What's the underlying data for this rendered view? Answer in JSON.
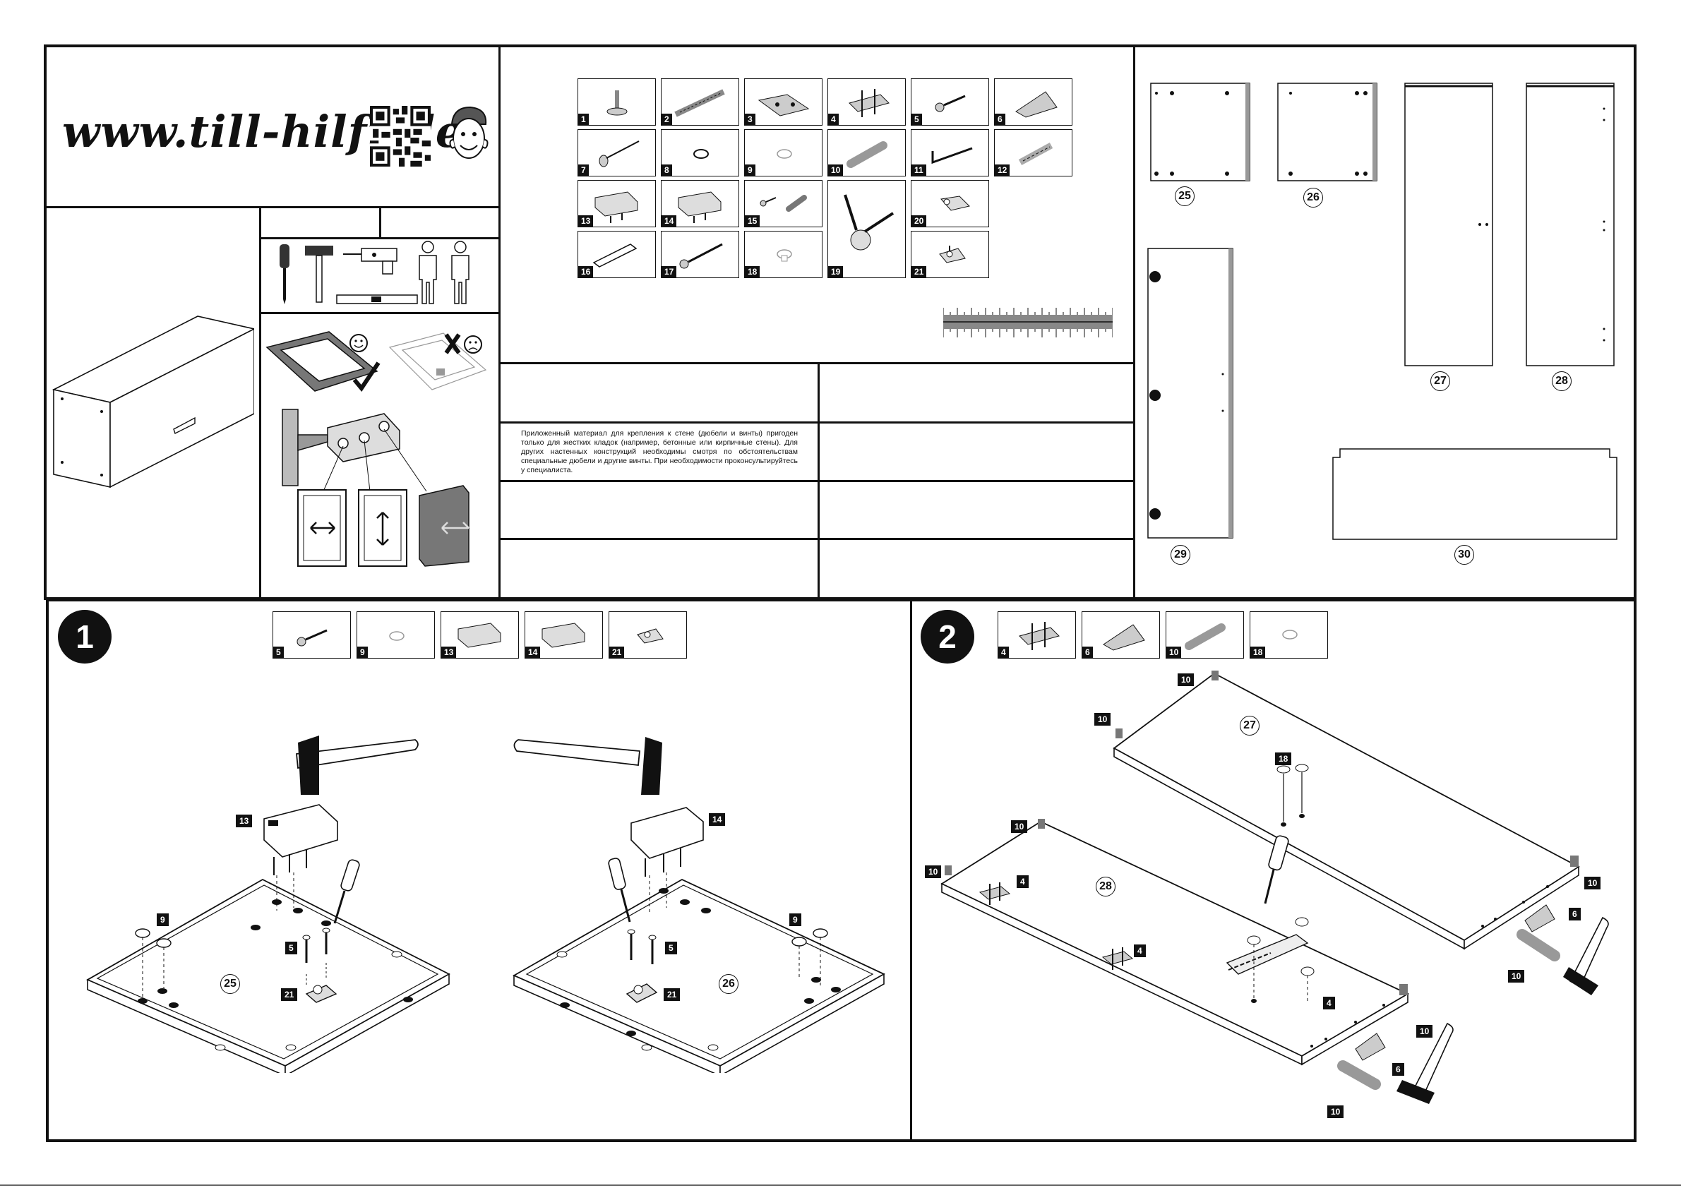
{
  "header": {
    "website": "www.till-hilft.de"
  },
  "notice": {
    "text": "Приложенный материал для крепления к стене (дюбели и винты) пригоден только для жестких кладок (например, бетонные или кирпичные стены). Для других настенных конструкций необходимы смотря по обстоятельствам специальные дюбели и другие винты. При необходимости проконсультируйтесь у специалиста."
  },
  "hardware": {
    "items": [
      "1",
      "2",
      "3",
      "4",
      "5",
      "6",
      "7",
      "8",
      "9",
      "10",
      "11",
      "12",
      "13",
      "14",
      "15",
      "16",
      "17",
      "18",
      "19",
      "20",
      "21"
    ]
  },
  "panels": {
    "labels": [
      "25",
      "26",
      "27",
      "28",
      "29",
      "30"
    ]
  },
  "step1": {
    "number": "1",
    "parts": [
      "5",
      "9",
      "13",
      "14",
      "21"
    ],
    "callouts": {
      "p13": "13",
      "p9a": "9",
      "p5a": "5",
      "p21a": "21",
      "p14": "14",
      "p9b": "9",
      "p5b": "5",
      "p21b": "21"
    },
    "panels": {
      "left": "25",
      "right": "26"
    }
  },
  "step2": {
    "number": "2",
    "parts": [
      "4",
      "6",
      "10",
      "18"
    ],
    "callouts": {
      "a": "10",
      "b": "10",
      "c": "18",
      "d": "10",
      "e": "10",
      "f": "4",
      "g": "4",
      "h": "4",
      "i": "10",
      "j": "6",
      "k": "10",
      "l": "10",
      "m": "6",
      "n": "10"
    },
    "panels": {
      "top": "27",
      "bottom": "28"
    }
  }
}
